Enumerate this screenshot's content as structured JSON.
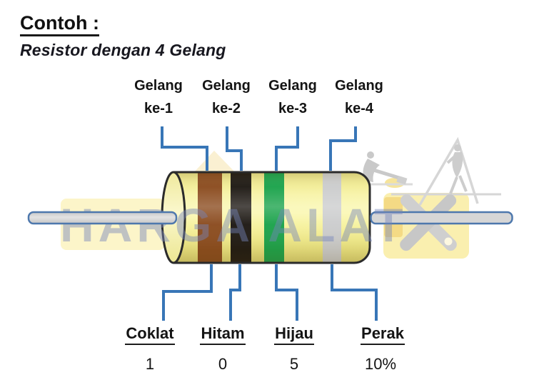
{
  "header": {
    "title": "Contoh :",
    "subtitle": "Resistor dengan 4 Gelang"
  },
  "top_labels": [
    {
      "line1": "Gelang",
      "line2": "ke-1"
    },
    {
      "line1": "Gelang",
      "line2": "ke-2"
    },
    {
      "line1": "Gelang",
      "line2": "ke-3"
    },
    {
      "line1": "Gelang",
      "line2": "ke-4"
    }
  ],
  "bands": [
    {
      "name": "Coklat",
      "value": "1",
      "color": "#8a4a1d"
    },
    {
      "name": "Hitam",
      "value": "0",
      "color": "#1c1712"
    },
    {
      "name": "Hijau",
      "value": "5",
      "color": "#19a24a"
    },
    {
      "name": "Perak",
      "value": "10%",
      "color": "#cbcccd"
    }
  ],
  "watermark": {
    "text": "HARGA ALAT"
  },
  "colors": {
    "connector_blue": "#3876b7",
    "body_yellow": "#f5f096",
    "body_outline": "#2b2b2b",
    "wire_fill": "#d6d6d6",
    "wire_stroke": "#4e78ad",
    "label_text": "#141414"
  }
}
